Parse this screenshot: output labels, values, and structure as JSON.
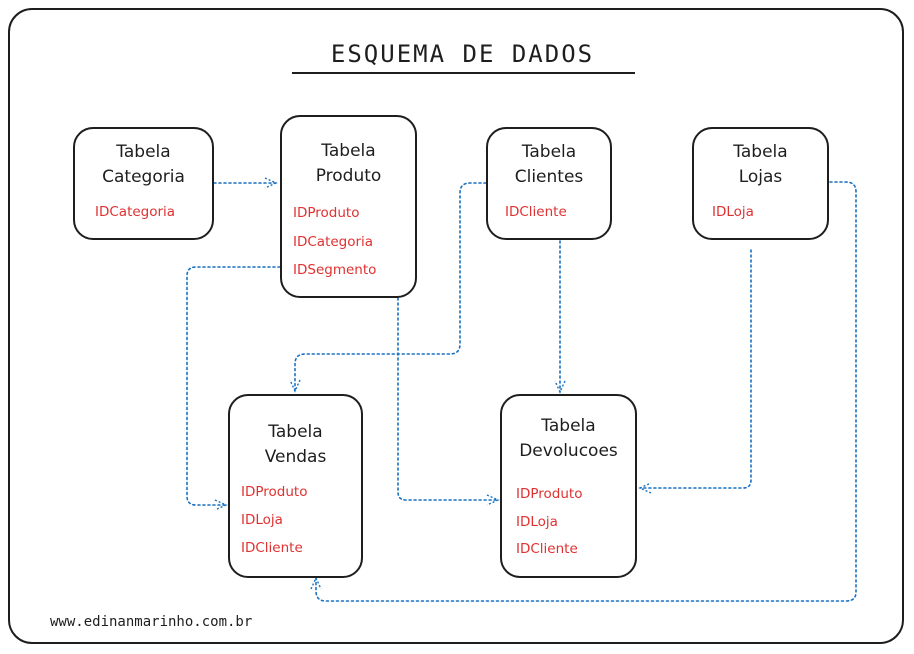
{
  "title": "ESQUEMA DE DADOS",
  "tables": {
    "categoria": {
      "line1": "Tabela",
      "line2": "Categoria",
      "fields": [
        "IDCategoria"
      ]
    },
    "produto": {
      "line1": "Tabela",
      "line2": "Produto",
      "fields": [
        "IDProduto",
        "IDCategoria",
        "IDSegmento"
      ]
    },
    "clientes": {
      "line1": "Tabela",
      "line2": "Clientes",
      "fields": [
        "IDCliente"
      ]
    },
    "lojas": {
      "line1": "Tabela",
      "line2": "Lojas",
      "fields": [
        "IDLoja"
      ]
    },
    "vendas": {
      "line1": "Tabela",
      "line2": "Vendas",
      "fields": [
        "IDProduto",
        "IDLoja",
        "IDCliente"
      ]
    },
    "devolucoes": {
      "line1": "Tabela",
      "line2": "Devolucoes",
      "fields": [
        "IDProduto",
        "IDLoja",
        "IDCliente"
      ]
    }
  },
  "footer": "www.edinanmarinho.com.br",
  "colors": {
    "stroke": "#1e1e1e",
    "field_text": "#e03131",
    "connector": "#1971c2"
  }
}
